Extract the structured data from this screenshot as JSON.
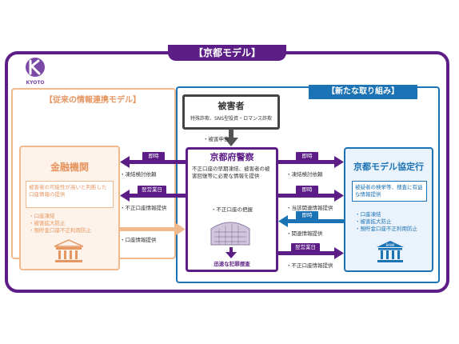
{
  "title": "【京都モデル】",
  "logo_text": "KYOTO",
  "old_model_label": "【従来の情報連携モデル】",
  "new_model_label": "【新たな取り組み】",
  "bank": {
    "title": "金融機関",
    "desc": "被害者の可能性が高いと判断した口座情報の提供",
    "bullets": [
      "・口座凍結",
      "・被害拡大防止",
      "・預貯金口座不正利用防止"
    ]
  },
  "victim": {
    "title": "被害者",
    "sub": "特殊詐欺、SNS型投資・ロマンス詐欺",
    "report": "・被害申告"
  },
  "police": {
    "title": "京都府警察",
    "desc": "不正口座の早期凍結、被害者の被害回復等に必要な情報を提供",
    "mid": "・不正口座の把握",
    "bottom": "迅速な犯罪捜査"
  },
  "kyoto": {
    "title": "京都モデル協定行",
    "desc": "被疑者の検挙等、捜査に有益な情報提供",
    "bullets": [
      "・口座凍結",
      "・被害拡大防止",
      "・預貯金口座不正利用防止"
    ]
  },
  "left_flows": {
    "tag1": "即時",
    "text1": "・凍結検討依頼",
    "tag2": "翌営業日",
    "text2": "・不正口座情報提供",
    "text3": "・口座情報提供"
  },
  "right_flows": {
    "tag1": "即時",
    "text1": "・凍結検討依頼",
    "tag2": "即時",
    "text2": "・当該関連情報提供",
    "tag3": "即時",
    "text3": "・関連情報提供",
    "tag4": "翌営業日",
    "text4": "・不正口座情報提供"
  },
  "bank_sign": "BANK",
  "colors": {
    "purple": "#5c1e86",
    "orange": "#f2b98c",
    "blue": "#1b72b5"
  }
}
